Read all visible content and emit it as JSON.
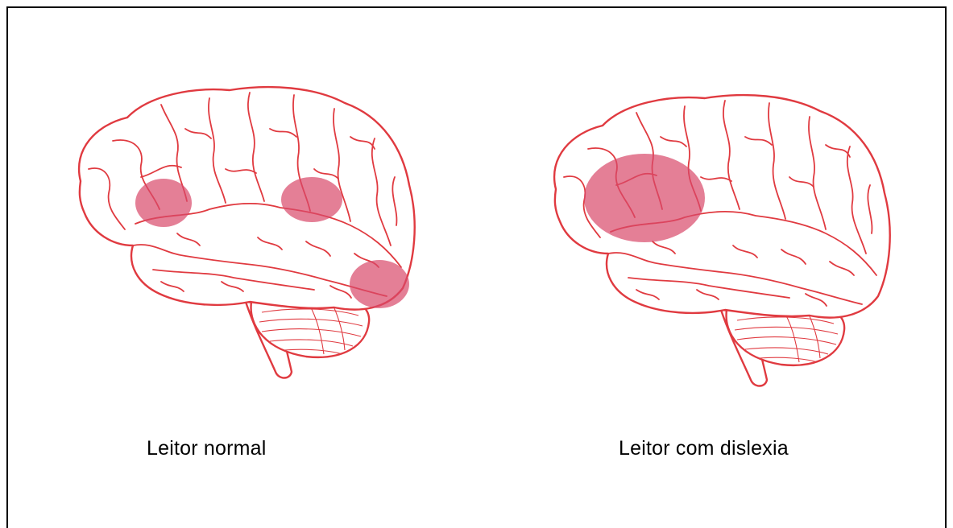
{
  "panels": {
    "normal": {
      "label": "Leitor normal"
    },
    "dyslexia": {
      "label": "Leitor com dislexia"
    }
  },
  "colors": {
    "outline": "#e03a40",
    "highlight": "#d9486a",
    "background": "#ffffff",
    "frame": "#000000"
  },
  "highlights": {
    "normal_count": 3,
    "dyslexia_count": 1
  }
}
